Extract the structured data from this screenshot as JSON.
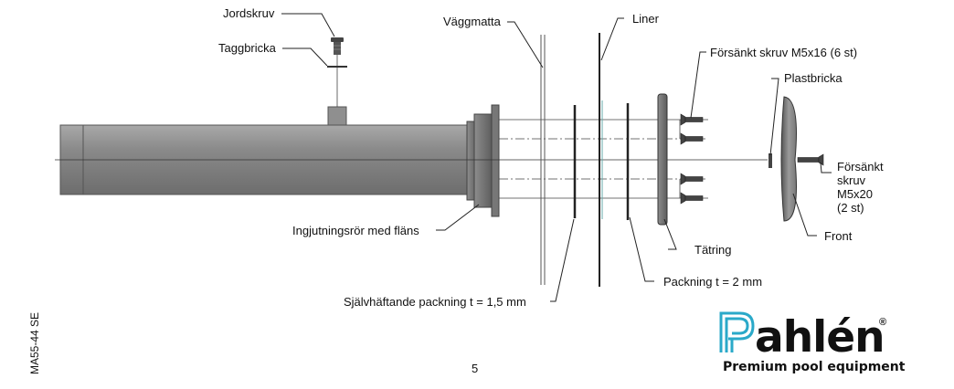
{
  "labels": {
    "jordskruv": "Jordskruv",
    "taggbricka": "Taggbricka",
    "vaggmatta": "Väggmatta",
    "liner": "Liner",
    "forsankt_skruv_m5x16": "Försänkt skruv M5x16 (6 st)",
    "plastbricka": "Plastbricka",
    "forsankt_skruv_m5x20": [
      "Försänkt",
      "skruv",
      "M5x20",
      "(2 st)"
    ],
    "front": "Front",
    "ingjutningsror": "Ingjutningsrör med fläns",
    "tatring": "Tätring",
    "packning": "Packning t = 2 mm",
    "sjalvhaftande": "Självhäftande packning t = 1,5 mm"
  },
  "document_code": "MA55-44 SE",
  "page_number": "5",
  "brand": {
    "name": "Pahlén",
    "registered": "®",
    "tagline": "Premium pool equipment",
    "accent_color": "#2aa9c9"
  }
}
